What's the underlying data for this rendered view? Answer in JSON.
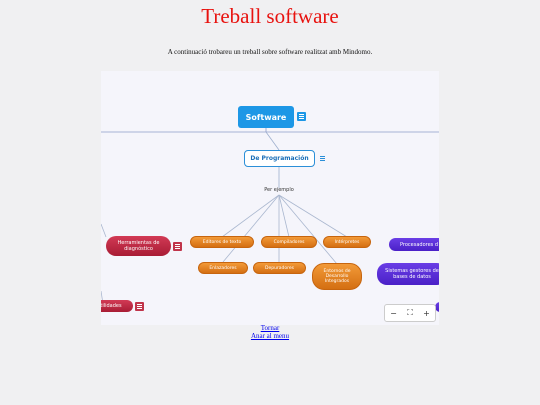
{
  "page": {
    "title": "Treball software",
    "intro": "A continuació trobareu un treball sobre software realitzat amb Mindomo."
  },
  "mindmap": {
    "root": "Software",
    "child": "De Programación",
    "example_label": "Per ejemplo",
    "leaves": [
      "Editores de texto",
      "Compiladores",
      "Intérpretes",
      "Enlazadores",
      "Depuradores",
      "Entornos de Desarrollo Integrados"
    ],
    "left_nodes": [
      "Herramientas de diagnóstico",
      "tilidades"
    ],
    "right_nodes": [
      "Procesadores d",
      "Sistemas gestores de bases de datos"
    ],
    "zoom": {
      "minus": "−",
      "fit": "⛶",
      "plus": "+"
    }
  },
  "links": {
    "back": "Tornar",
    "menu": "Anar al menu"
  }
}
